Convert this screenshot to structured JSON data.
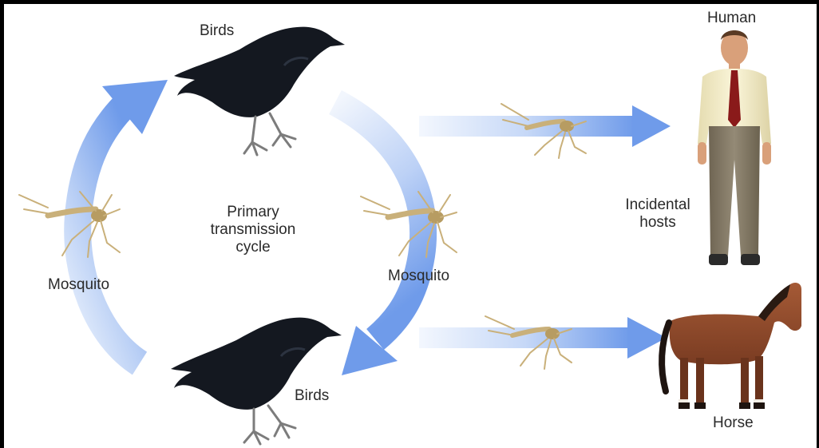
{
  "diagram": {
    "labels": {
      "birds_top": "Birds",
      "birds_bottom": "Birds",
      "mosquito_left": "Mosquito",
      "mosquito_right": "Mosquito",
      "center_line1": "Primary",
      "center_line2": "transmission",
      "center_line3": "cycle",
      "human": "Human",
      "incidental_line1": "Incidental",
      "incidental_line2": "hosts",
      "horse": "Horse"
    },
    "colors": {
      "arrow_blue": "#6f9bea",
      "arrow_pale": "#dfeafb",
      "crow": "#141820",
      "mosquito": "#c9b07a",
      "shirt": "#f3edc8",
      "tie": "#8a1a1a",
      "trousers": "#8a7e6a",
      "skin": "#d9a07a",
      "horse": "#8e4a2c"
    }
  }
}
